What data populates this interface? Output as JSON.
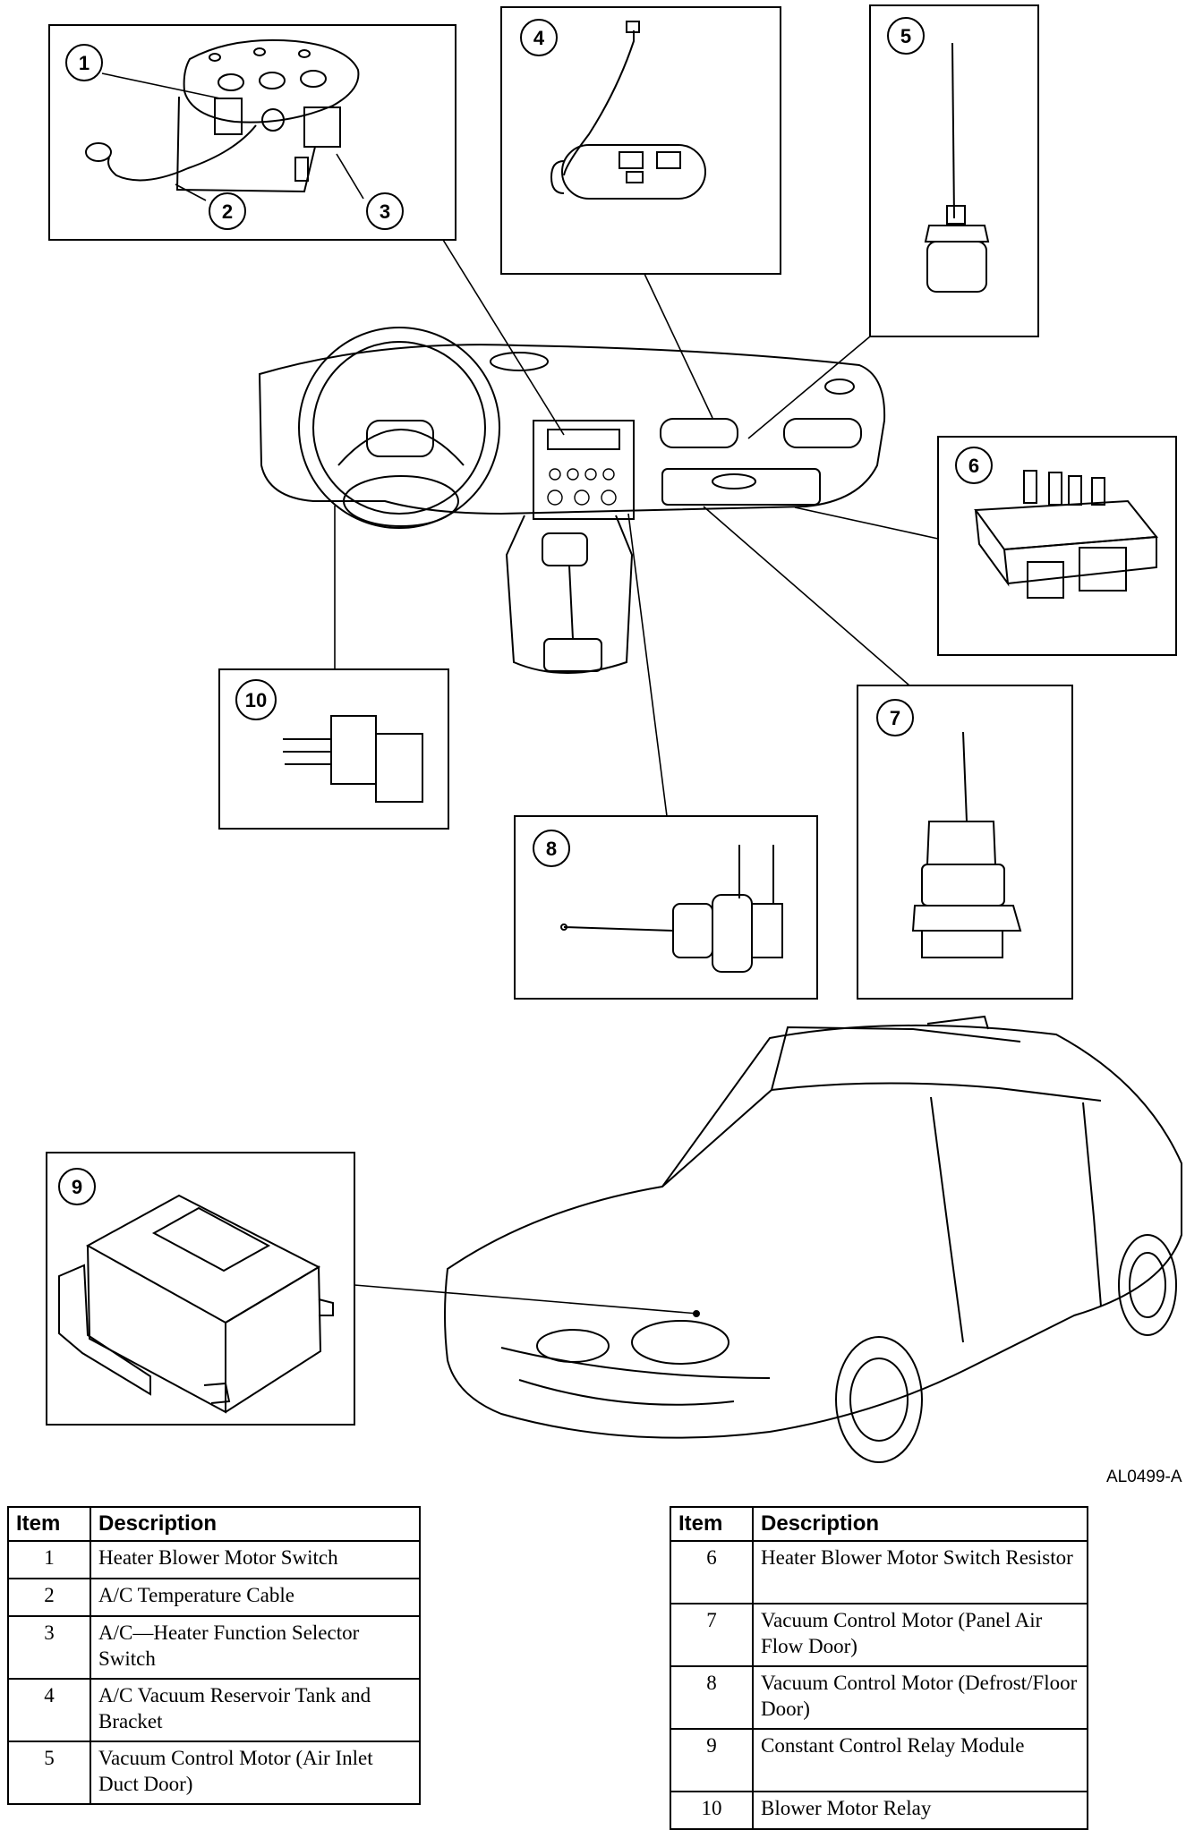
{
  "callouts": [
    "1",
    "2",
    "3",
    "4",
    "5",
    "6",
    "7",
    "8",
    "9",
    "10"
  ],
  "figure_code": "AL0499-A",
  "table_left": {
    "header_item": "Item",
    "header_desc": "Description",
    "rows": [
      {
        "item": "1",
        "desc": "Heater Blower Motor Switch"
      },
      {
        "item": "2",
        "desc": "A/C Temperature Cable"
      },
      {
        "item": "3",
        "desc": "A/C—Heater Function Selector Switch"
      },
      {
        "item": "4",
        "desc": "A/C Vacuum Reservoir Tank and Bracket"
      },
      {
        "item": "5",
        "desc": "Vacuum Control Motor (Air Inlet Duct Door)"
      }
    ]
  },
  "table_right": {
    "header_item": "Item",
    "header_desc": "Description",
    "rows": [
      {
        "item": "6",
        "desc": "Heater Blower Motor Switch Resistor"
      },
      {
        "item": "7",
        "desc": "Vacuum Control Motor (Panel Air Flow Door)"
      },
      {
        "item": "8",
        "desc": "Vacuum Control Motor (Defrost/Floor Door)"
      },
      {
        "item": "9",
        "desc": "Constant Control Relay Module"
      },
      {
        "item": "10",
        "desc": "Blower Motor Relay"
      }
    ]
  }
}
